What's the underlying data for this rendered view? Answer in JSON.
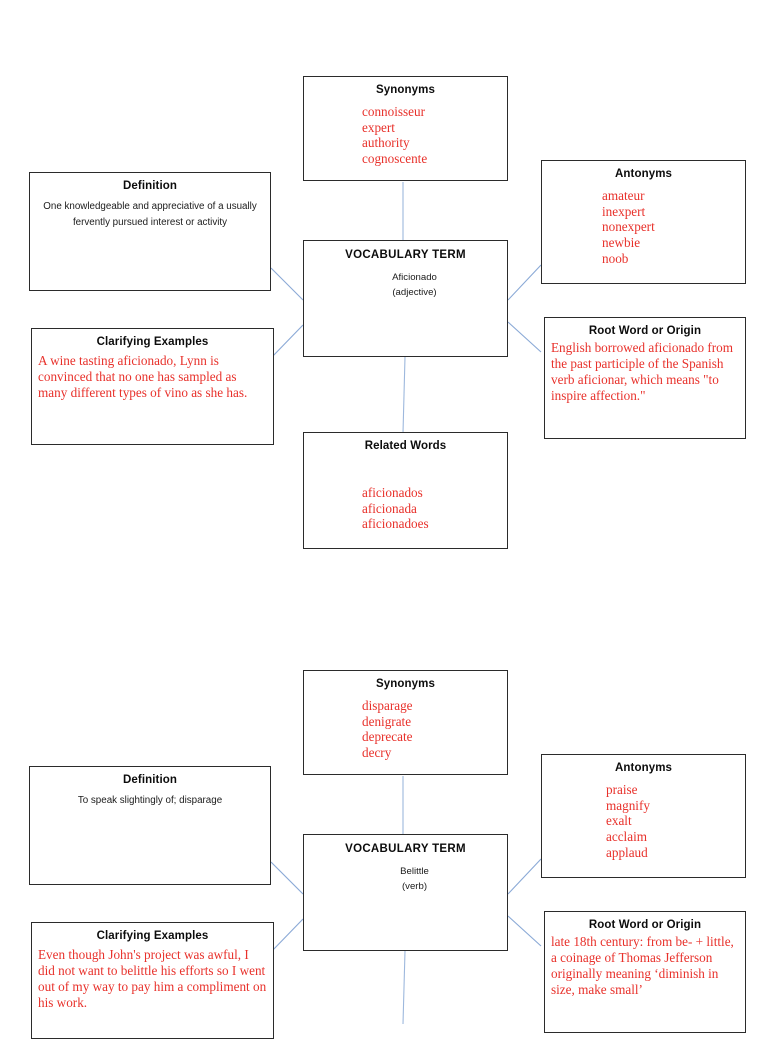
{
  "colors": {
    "accent_red": "#e8312b",
    "text_black": "#1b1b1b",
    "border": "#2b2b2b",
    "connector": "#8aa9d6"
  },
  "maps": [
    {
      "id": "aficionado",
      "center": {
        "title": "VOCABULARY TERM",
        "word": "Aficionado",
        "part_of_speech": "(adjective)"
      },
      "definition": {
        "title": "Definition",
        "text": "One knowledgeable and appreciative of a usually fervently pursued interest or activity"
      },
      "synonyms": {
        "title": "Synonyms",
        "items": [
          "connoisseur",
          "expert",
          "authority",
          "cognoscente"
        ]
      },
      "antonyms": {
        "title": "Antonyms",
        "items": [
          "amateur",
          "inexpert",
          "nonexpert",
          "newbie",
          "noob"
        ]
      },
      "examples": {
        "title": "Clarifying Examples",
        "text": "A wine tasting aficionado, Lynn is convinced that no one has sampled as many different types of vino as she has."
      },
      "root": {
        "title": "Root Word or Origin",
        "text": "English borrowed aficionado from the past participle of the Spanish verb aficionar, which means \"to inspire affection.\""
      },
      "related": {
        "title": "Related Words",
        "items": [
          "aficionados",
          "aficionada",
          "aficionadoes"
        ]
      }
    },
    {
      "id": "belittle",
      "center": {
        "title": "VOCABULARY TERM",
        "word": "Belittle",
        "part_of_speech": "(verb)"
      },
      "definition": {
        "title": "Definition",
        "text": "To speak slightingly of; disparage"
      },
      "synonyms": {
        "title": "Synonyms",
        "items": [
          "disparage",
          "denigrate",
          "deprecate",
          "decry"
        ]
      },
      "antonyms": {
        "title": "Antonyms",
        "items": [
          "praise",
          "magnify",
          "exalt",
          "acclaim",
          "applaud"
        ]
      },
      "examples": {
        "title": "Clarifying Examples",
        "text": "Even though John's project was awful, I did not want to belittle his efforts so I went out of my way to pay him a compliment on his work."
      },
      "root": {
        "title": "Root Word or Origin",
        "text": "late 18th century: from be- + little, a coinage of Thomas Jefferson originally meaning ‘diminish in size, make small’"
      }
    }
  ]
}
